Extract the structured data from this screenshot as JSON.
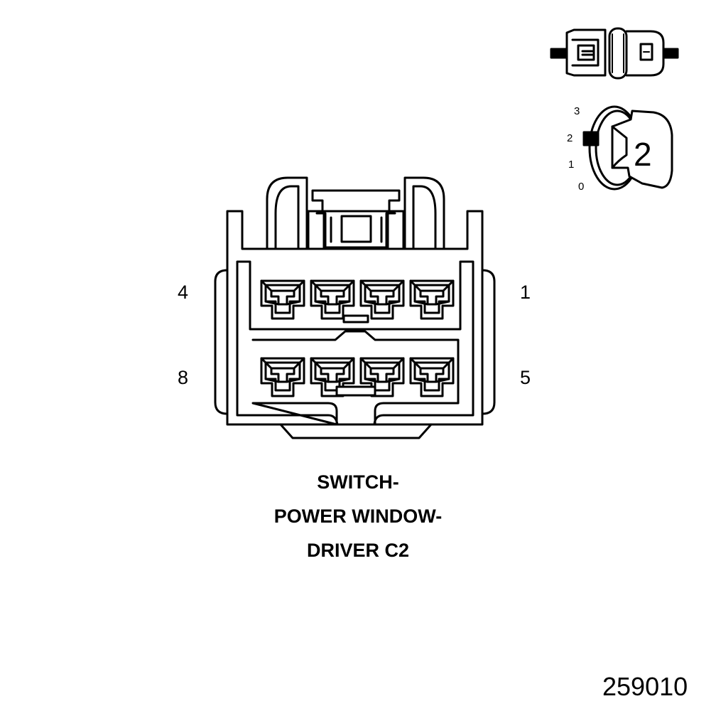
{
  "connector": {
    "title_lines": [
      "SWITCH-",
      "POWER WINDOW-",
      "DRIVER C2"
    ],
    "pins": {
      "top_left": "4",
      "top_right": "1",
      "bottom_left": "8",
      "bottom_right": "5"
    }
  },
  "key_icon": {
    "number": "2",
    "scale": [
      "3",
      "2",
      "1",
      "0"
    ]
  },
  "figure_code": "259010"
}
